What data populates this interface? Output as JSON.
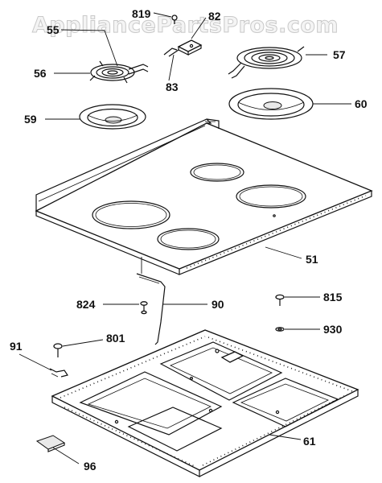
{
  "watermark": "AppliancePartsPros.com",
  "callouts": {
    "p819": "819",
    "p82": "82",
    "p55": "55",
    "p56": "56",
    "p83": "83",
    "p57": "57",
    "p59": "59",
    "p60": "60",
    "p51": "51",
    "p824": "824",
    "p90": "90",
    "p815": "815",
    "p930": "930",
    "p91": "91",
    "p801": "801",
    "p61": "61",
    "p96": "96"
  }
}
